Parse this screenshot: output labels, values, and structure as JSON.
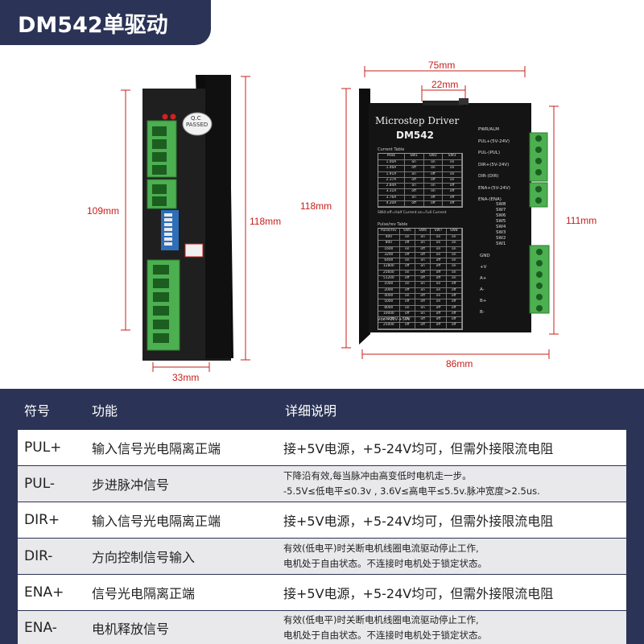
{
  "title": "DM542单驱动",
  "dims": {
    "left_height_inner": "109mm",
    "left_height_outer": "118mm",
    "left_width": "33mm",
    "right_width_top": "75mm",
    "right_width_inner": "22mm",
    "right_height_left": "118mm",
    "right_height_right": "111mm",
    "right_width_bottom": "86mm"
  },
  "device": {
    "qc_label_1": "Q.C",
    "qc_label_2": "PASSED",
    "brand": "Microstep Driver",
    "model": "DM542",
    "current_table_title": "Current Table",
    "current_headers": [
      "Peak",
      "SW1",
      "SW2",
      "SW3"
    ],
    "current_rows": [
      [
        "1.00A",
        "on",
        "on",
        "on"
      ],
      [
        "1.46A",
        "off",
        "on",
        "on"
      ],
      [
        "1.91A",
        "on",
        "off",
        "on"
      ],
      [
        "2.37A",
        "off",
        "off",
        "on"
      ],
      [
        "2.84A",
        "on",
        "on",
        "off"
      ],
      [
        "3.31A",
        "off",
        "on",
        "off"
      ],
      [
        "3.76A",
        "on",
        "off",
        "off"
      ],
      [
        "4.20A",
        "off",
        "off",
        "off"
      ]
    ],
    "sw4_note": "SW4:off=Half Current on=Full Current",
    "pulse_table_title": "Pulse/rev Table",
    "pulse_headers": [
      "Pulse/rev",
      "SW5",
      "SW6",
      "SW7",
      "SW8"
    ],
    "pulse_rows": [
      [
        "400",
        "on",
        "on",
        "on",
        "on"
      ],
      [
        "800",
        "off",
        "on",
        "on",
        "on"
      ],
      [
        "1600",
        "on",
        "off",
        "on",
        "on"
      ],
      [
        "3200",
        "off",
        "off",
        "on",
        "on"
      ],
      [
        "6400",
        "on",
        "on",
        "off",
        "on"
      ],
      [
        "12800",
        "off",
        "on",
        "off",
        "on"
      ],
      [
        "25600",
        "on",
        "off",
        "off",
        "on"
      ],
      [
        "51200",
        "off",
        "off",
        "off",
        "on"
      ],
      [
        "1000",
        "on",
        "on",
        "on",
        "off"
      ],
      [
        "2000",
        "off",
        "on",
        "on",
        "off"
      ],
      [
        "4000",
        "on",
        "off",
        "on",
        "off"
      ],
      [
        "5000",
        "off",
        "off",
        "on",
        "off"
      ],
      [
        "8000",
        "on",
        "on",
        "off",
        "off"
      ],
      [
        "10000",
        "off",
        "on",
        "off",
        "off"
      ],
      [
        "20000",
        "on",
        "off",
        "off",
        "off"
      ],
      [
        "25000",
        "off",
        "off",
        "off",
        "off"
      ]
    ],
    "vdc": "Vdc:+20V-+50V",
    "signal_labels": [
      "PWR/ALM",
      "PUL+(5V-24V)",
      "PUL-(PUL)",
      "DIR+(5V-24V)",
      "DIR-(DIR)",
      "ENA+(5V-24V)",
      "ENA-(ENA)"
    ],
    "sw_labels": [
      "SW8",
      "SW7",
      "SW6",
      "SW5",
      "SW4",
      "SW3",
      "SW2",
      "SW1"
    ],
    "power_labels": [
      "GND",
      "+V",
      "A+",
      "A-",
      "B+",
      "B-"
    ]
  },
  "table": {
    "headers": {
      "symbol": "符号",
      "function": "功能",
      "description": "详细说明"
    },
    "rows": [
      {
        "symbol": "PUL+",
        "function": "输入信号光电隔离正端",
        "desc": [
          "接+5V电源，+5-24V均可，但需外接限流电阻"
        ],
        "small": false
      },
      {
        "symbol": "PUL-",
        "function": "步进脉冲信号",
        "desc": [
          "下降沿有效,每当脉冲由高变低时电机走一步。",
          "-5.5V≤低电平≤0.3v , 3.6V≤高电平≤5.5v.脉冲宽度>2.5us."
        ],
        "small": true
      },
      {
        "symbol": "DIR+",
        "function": "输入信号光电隔离正端",
        "desc": [
          "接+5V电源，+5-24V均可，但需外接限流电阻"
        ],
        "small": false
      },
      {
        "symbol": "DIR-",
        "function": "方向控制信号输入",
        "desc": [
          "有效(低电平)时关断电机线圈电流驱动停止工作,",
          "电机处于自由状态。不连接时电机处于锁定状态。"
        ],
        "small": true
      },
      {
        "symbol": "ENA+",
        "function": "信号光电隔离正端",
        "desc": [
          "接+5V电源，+5-24V均可，但需外接限流电阻"
        ],
        "small": false
      },
      {
        "symbol": "ENA-",
        "function": "电机释放信号",
        "desc": [
          "有效(低电平)时关断电机线圈电流驱动停止工作,",
          "电机处于自由状态。不连接时电机处于锁定状态。"
        ],
        "small": true
      }
    ]
  },
  "colors": {
    "navy": "#2b3356",
    "dim_red": "#c4201d",
    "terminal_green": "#4caf50",
    "device_black": "#141414"
  }
}
